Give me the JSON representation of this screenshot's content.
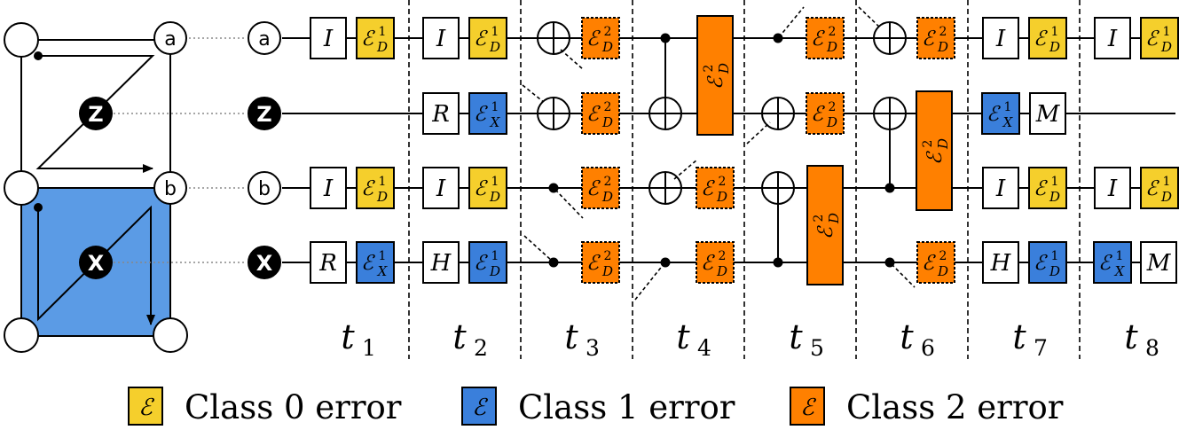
{
  "colors": {
    "class0": "#F5CF2C",
    "class1": "#3A7FDB",
    "class2": "#FF8000",
    "patch": "#5B9BE5",
    "white": "#FFFFFF",
    "black": "#000000"
  },
  "lattice": {
    "qubit_a": "a",
    "qubit_b": "b",
    "qubit_z": "Z",
    "qubit_x": "X"
  },
  "circuit": {
    "wires": [
      "a",
      "Z",
      "b",
      "X"
    ],
    "time_labels": [
      "t",
      "t",
      "t",
      "t",
      "t",
      "t",
      "t",
      "t"
    ],
    "time_subscripts": [
      "1",
      "2",
      "3",
      "4",
      "5",
      "6",
      "7",
      "8"
    ],
    "error_symbol": "ℰ",
    "error_sub_D": "D",
    "error_sub_X": "X",
    "sup_1": "1",
    "sup_2": "2",
    "gate_I": "I",
    "gate_R": "R",
    "gate_H": "H",
    "gate_M": "M"
  },
  "legend": [
    {
      "symbol": "ℰ",
      "label": "Class 0 error",
      "color": "#F5CF2C"
    },
    {
      "symbol": "ℰ",
      "label": "Class 1 error",
      "color": "#3A7FDB"
    },
    {
      "symbol": "ℰ",
      "label": "Class 2 error",
      "color": "#FF8000"
    }
  ]
}
